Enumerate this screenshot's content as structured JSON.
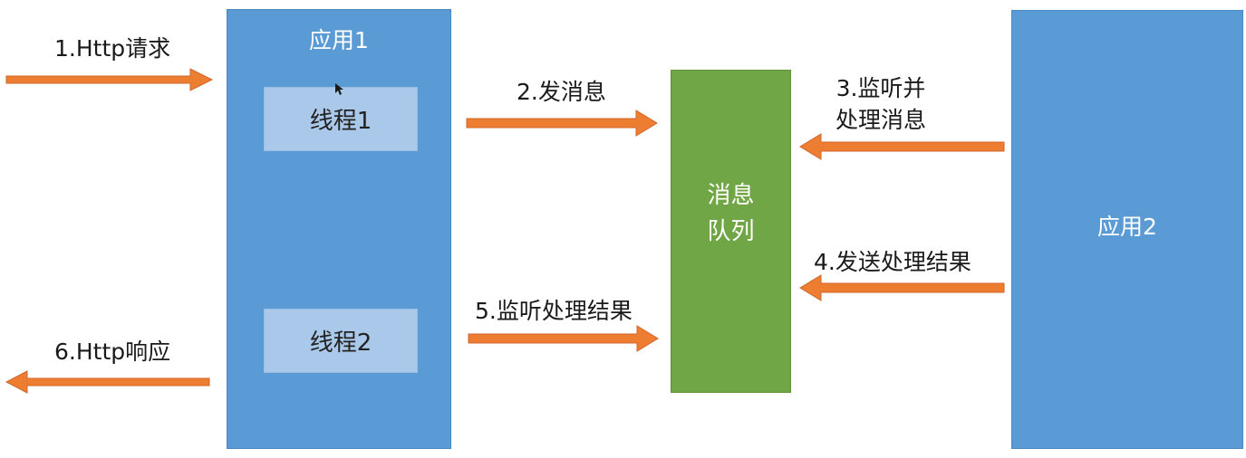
{
  "app1": {
    "title": "应用1"
  },
  "thread1": {
    "label": "线程1"
  },
  "thread2": {
    "label": "线程2"
  },
  "message_queue": {
    "label": "消息队列"
  },
  "app2": {
    "title": "应用2"
  },
  "steps": {
    "s1": "1.Http请求",
    "s2": "2.发消息",
    "s3_line1": "3.监听并",
    "s3_line2": "处理消息",
    "s4": "4.发送处理结果",
    "s5": "5.监听处理结果",
    "s6": "6.Http响应"
  },
  "colors": {
    "app_blue": "#5b9bd5",
    "thread_light_blue": "#a9c8ea",
    "queue_green": "#70a646",
    "arrow_orange": "#ed7d31"
  }
}
